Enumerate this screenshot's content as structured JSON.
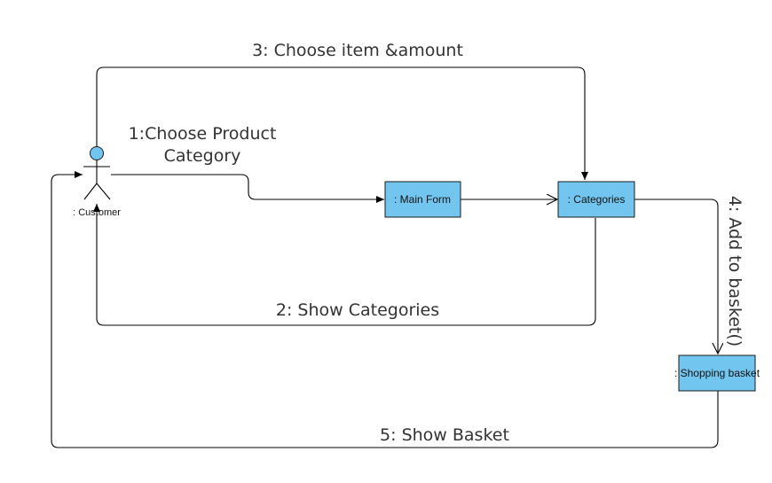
{
  "colors": {
    "object_fill": "#72c5ee",
    "line": "#000000",
    "text": "#333333"
  },
  "actor": {
    "label": ": Customer"
  },
  "objects": {
    "main_form": ": Main Form",
    "categories": ": Categories",
    "shopping_basket": ": Shopping basket"
  },
  "messages": {
    "m1_line1": "1:Choose Product",
    "m1_line2": "Category",
    "m2": "2: Show Categories",
    "m3": "3: Choose item &amount",
    "m4": "4: Add to basket()",
    "m5": "5: Show Basket"
  }
}
